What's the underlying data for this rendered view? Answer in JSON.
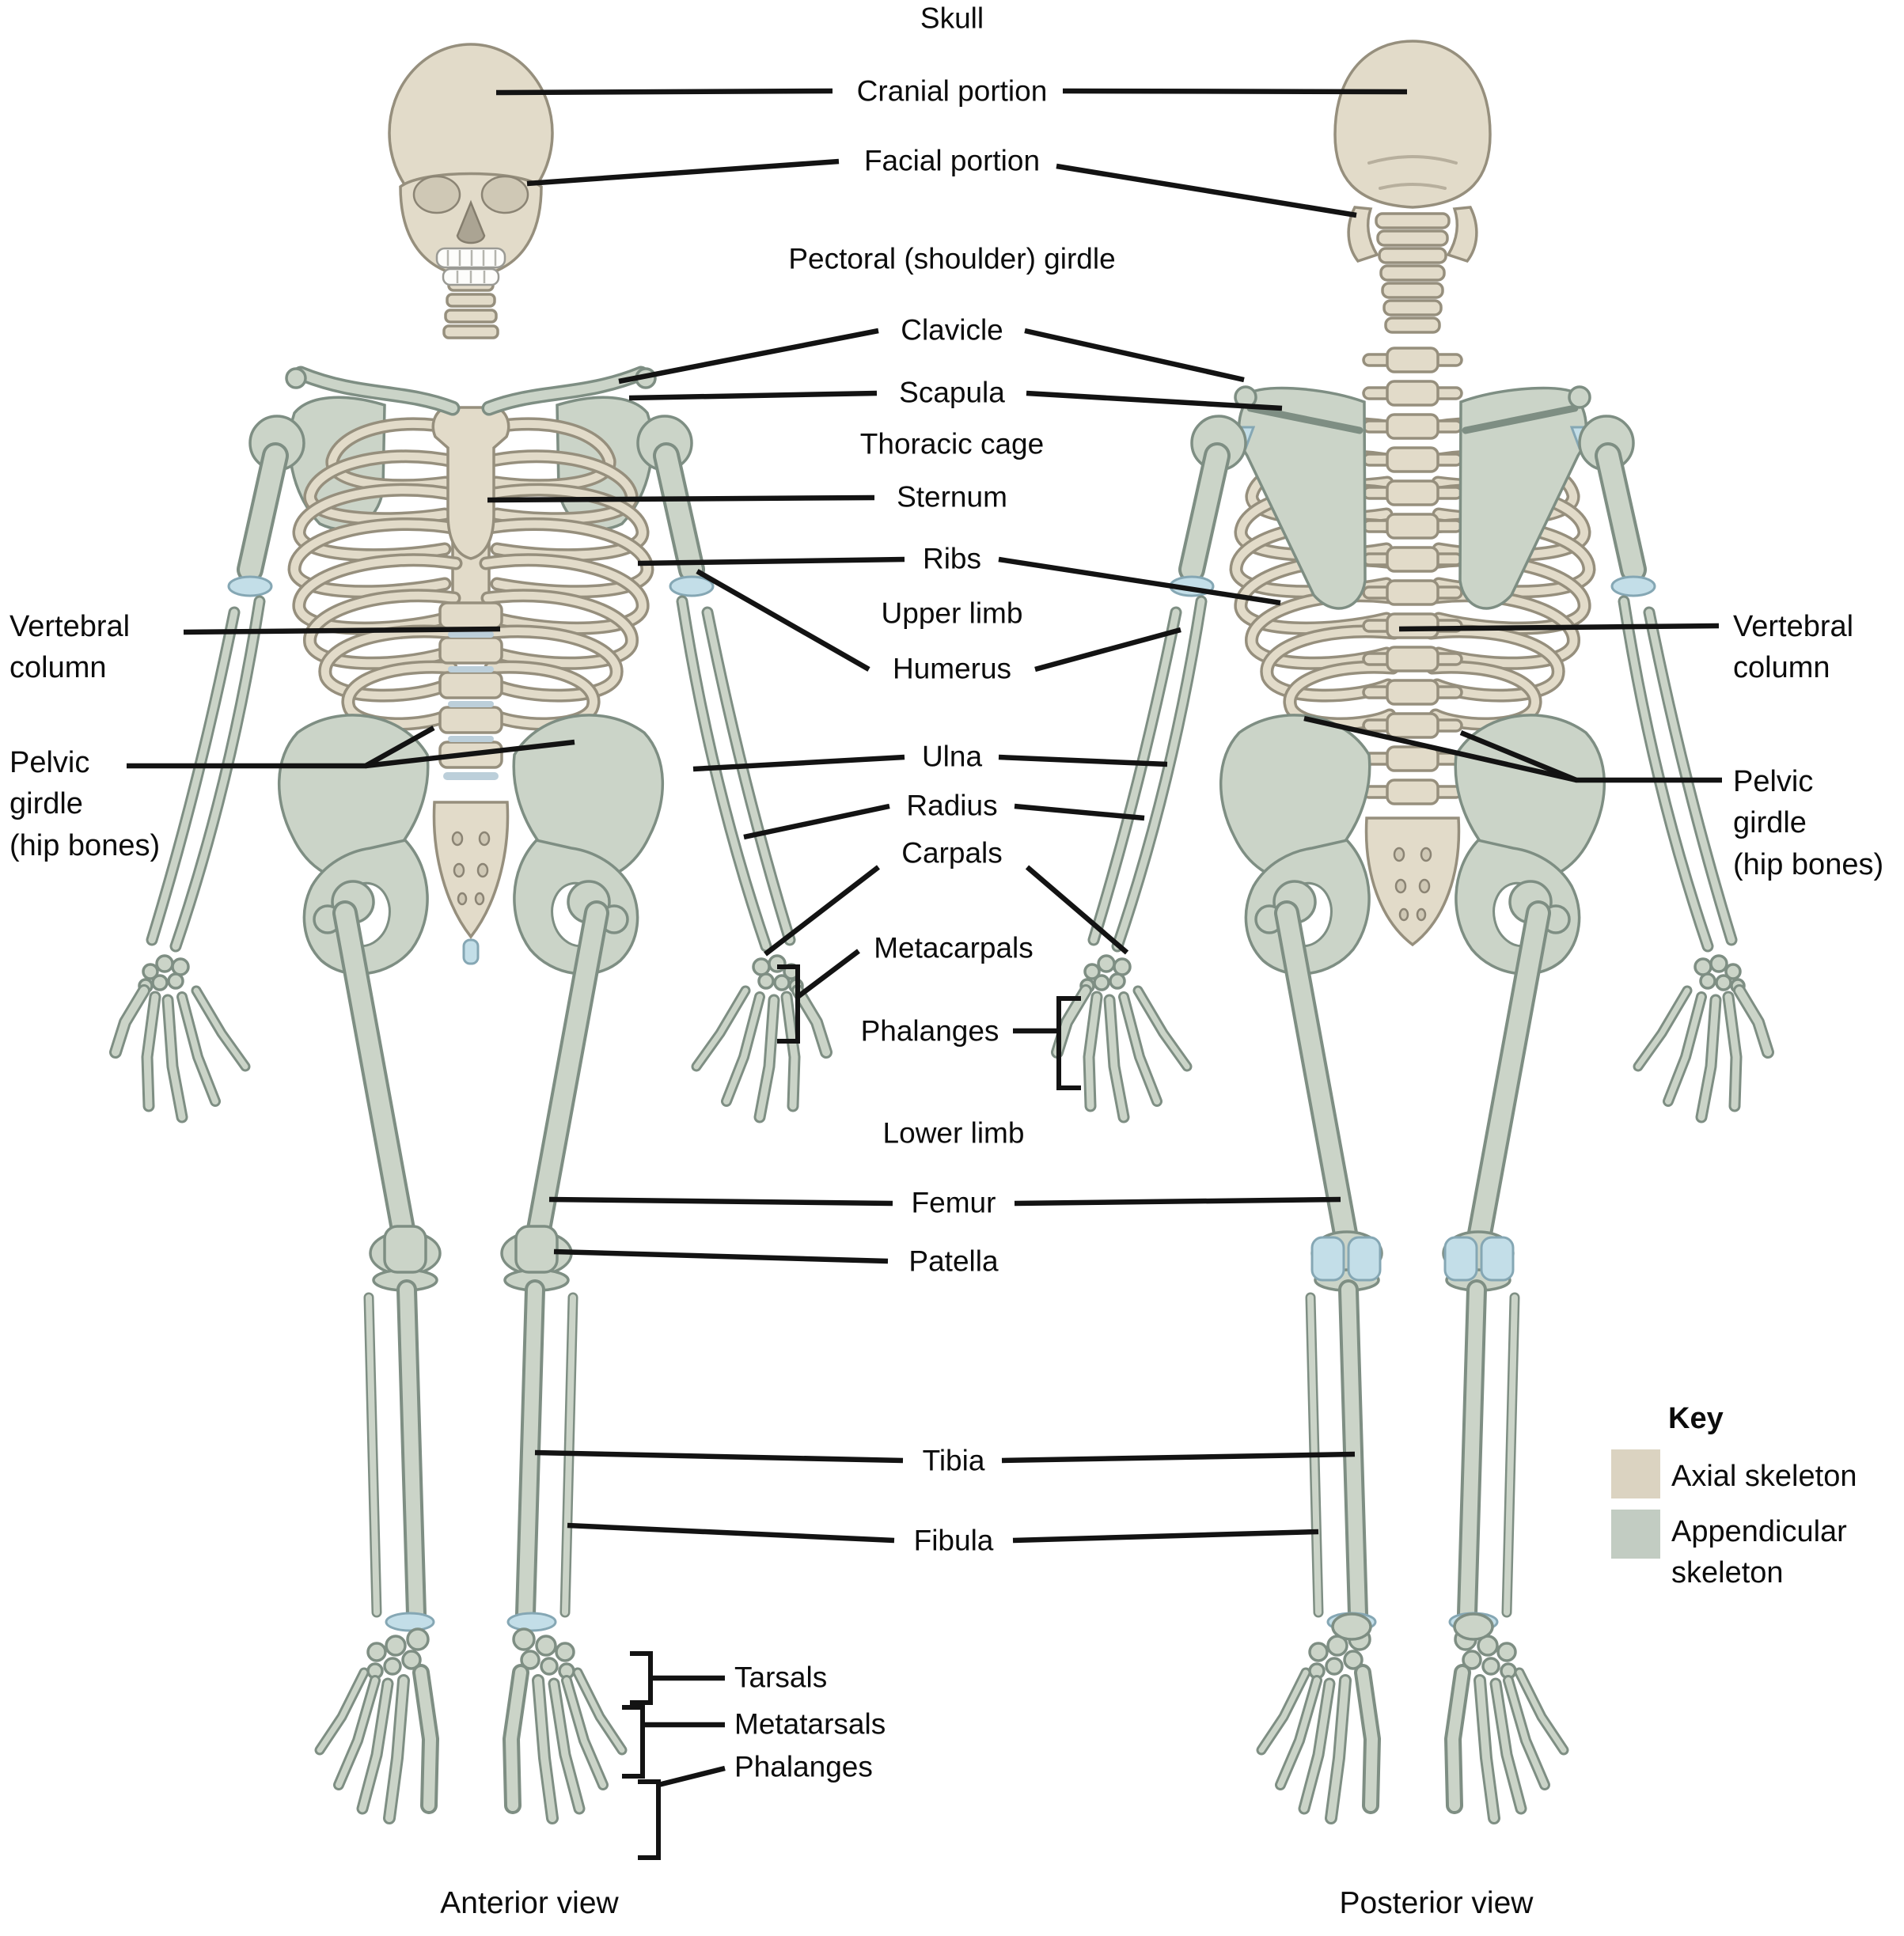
{
  "figure": {
    "headings": {
      "skull": "Skull",
      "pectoral_girdle": "Pectoral (shoulder) girdle",
      "thoracic_cage": "Thoracic cage",
      "upper_limb": "Upper limb",
      "lower_limb": "Lower limb"
    },
    "labels": {
      "cranial": "Cranial portion",
      "facial": "Facial portion",
      "clavicle": "Clavicle",
      "scapula": "Scapula",
      "sternum": "Sternum",
      "ribs": "Ribs",
      "humerus": "Humerus",
      "ulna": "Ulna",
      "radius": "Radius",
      "carpals": "Carpals",
      "metacarpals": "Metacarpals",
      "phalanges_hand": "Phalanges",
      "femur": "Femur",
      "patella": "Patella",
      "tibia": "Tibia",
      "fibula": "Fibula",
      "tarsals": "Tarsals",
      "metatarsals": "Metatarsals",
      "phalanges_foot": "Phalanges"
    },
    "side": {
      "vertebral_left": [
        "Vertebral",
        "column"
      ],
      "pelvic_left": [
        "Pelvic",
        "girdle",
        "(hip bones)"
      ],
      "vertebral_right": [
        "Vertebral",
        "column"
      ],
      "pelvic_right": [
        "Pelvic",
        "girdle",
        "(hip bones)"
      ]
    },
    "key": {
      "title": "Key",
      "axial_label": "Axial skeleton",
      "axial_color": "#DBD3C1",
      "appendicular_label": "Appendicular skeleton",
      "appendicular_color": "#C2CCC2"
    },
    "views": {
      "anterior": "Anterior view",
      "posterior": "Posterior view"
    },
    "colors": {
      "axial_fill": "#E2DBC9",
      "axial_outline": "#968F7D",
      "appendicular_fill": "#CBD4C8",
      "appendicular_outline": "#7E8E83",
      "cartilage_blue": "#C3DEE8",
      "leader_line": "#131313"
    }
  }
}
